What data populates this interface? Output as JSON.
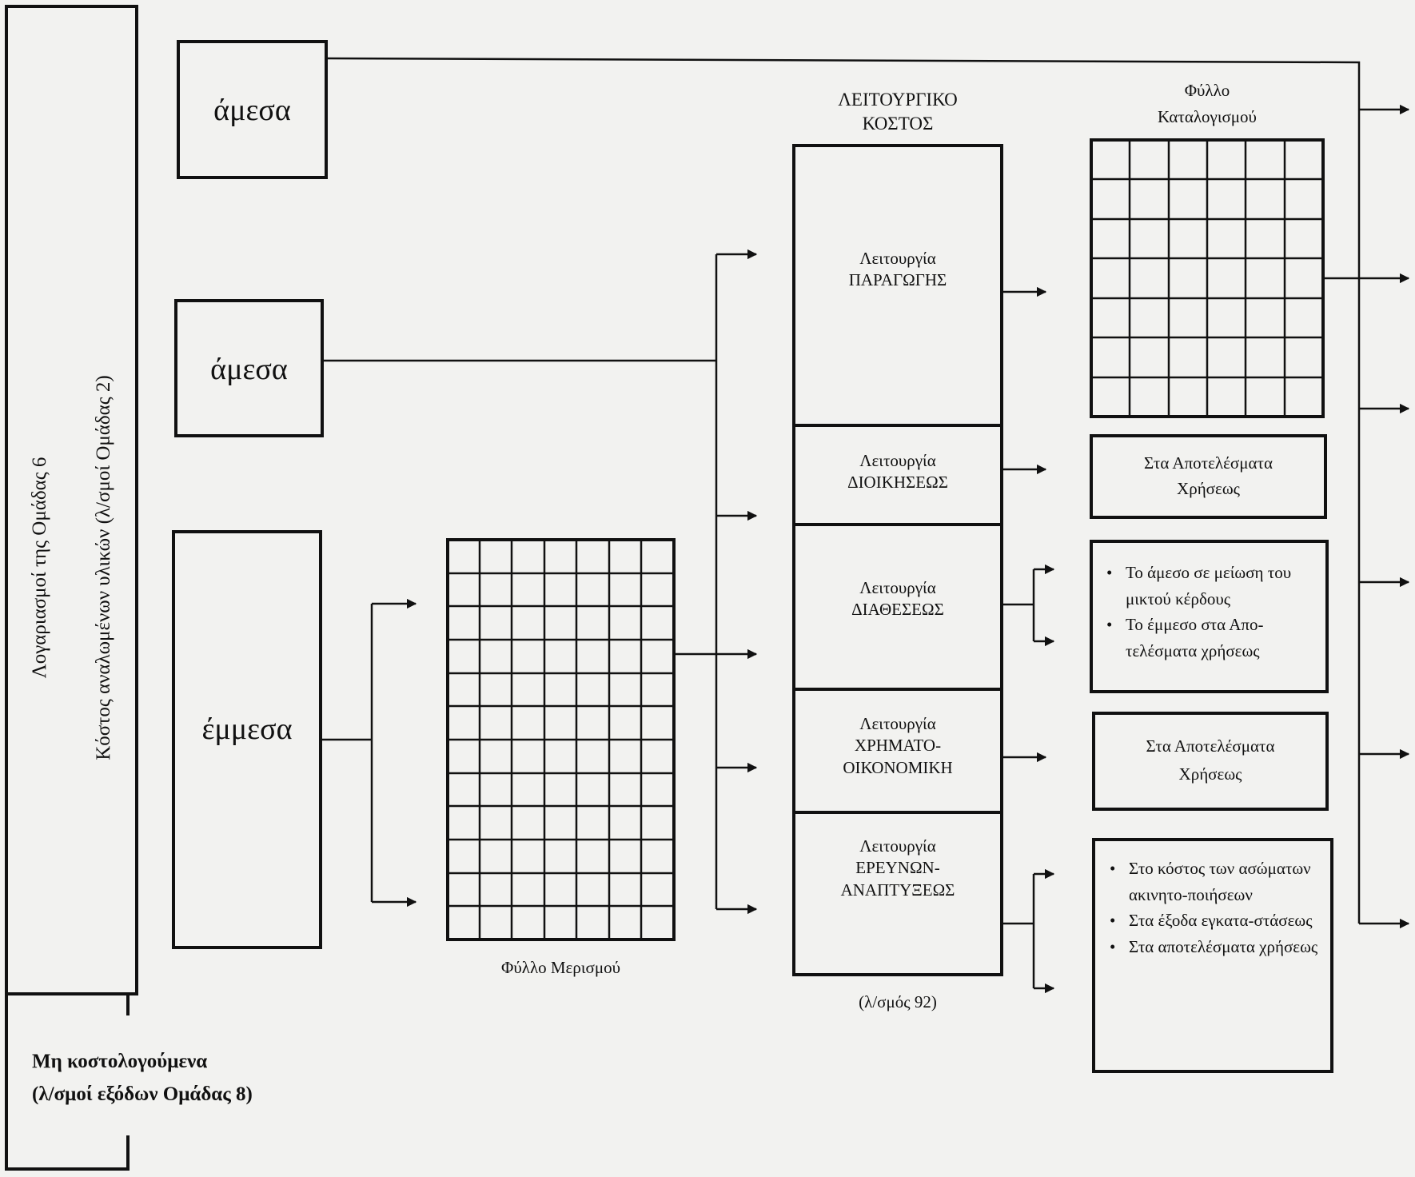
{
  "left_column": {
    "line1": "Λογαριασμοί της Ομάδας 6",
    "line2": "Κόστος αναλωμένων υλικών (λ/σμοί Ομάδας 2)"
  },
  "non_costed": {
    "line1": "Μη κοστολογούμενα",
    "line2": "(λ/σμοί εξόδων Ομάδας 8)"
  },
  "cost_types": {
    "direct_top": "άμεσα",
    "direct_mid": "άμεσα",
    "indirect": "έμμεσα"
  },
  "allocation_sheet": {
    "caption": "Φύλλο Μερισμού"
  },
  "functional_cost": {
    "heading_line1": "ΛΕΙΤΟΥΡΓΙΚΟ",
    "heading_line2": "ΚΟΣΤΟΣ",
    "footnote": "(λ/σμός 92)",
    "functions": [
      {
        "line1": "Λειτουργία",
        "line2": "ΠΑΡΑΓΩΓΗΣ",
        "line3": ""
      },
      {
        "line1": "Λειτουργία",
        "line2": "ΔΙΟΙΚΗΣΕΩΣ",
        "line3": ""
      },
      {
        "line1": "Λειτουργία",
        "line2": "ΔΙΑΘΕΣΕΩΣ",
        "line3": ""
      },
      {
        "line1": "Λειτουργία",
        "line2": "ΧΡΗΜΑΤΟ-",
        "line3": "ΟΙΚΟΝΟΜΙΚΗ"
      },
      {
        "line1": "Λειτουργία",
        "line2": "ΕΡΕΥΝΩΝ-",
        "line3": "ΑΝΑΠΤΥΞΕΩΣ"
      }
    ]
  },
  "costing_sheet": {
    "heading_line1": "Φύλλο",
    "heading_line2": "Καταλογισμού"
  },
  "outcomes": {
    "admin": {
      "line1": "Στα Αποτελέσματα",
      "line2": "Χρήσεως"
    },
    "distribution": [
      "Το άμεσο σε μείωση του μικτού κέρδους",
      "Το έμμεσο στα Απο-τελέσματα χρήσεως"
    ],
    "financial": {
      "line1": "Στα Αποτελέσματα",
      "line2": "Χρήσεως"
    },
    "research": [
      "Στο κόστος των ασώματων ακινητο-ποιήσεων",
      "Στα έξοδα εγκατα-στάσεως",
      "Στα αποτελέσματα χρήσεως"
    ]
  }
}
